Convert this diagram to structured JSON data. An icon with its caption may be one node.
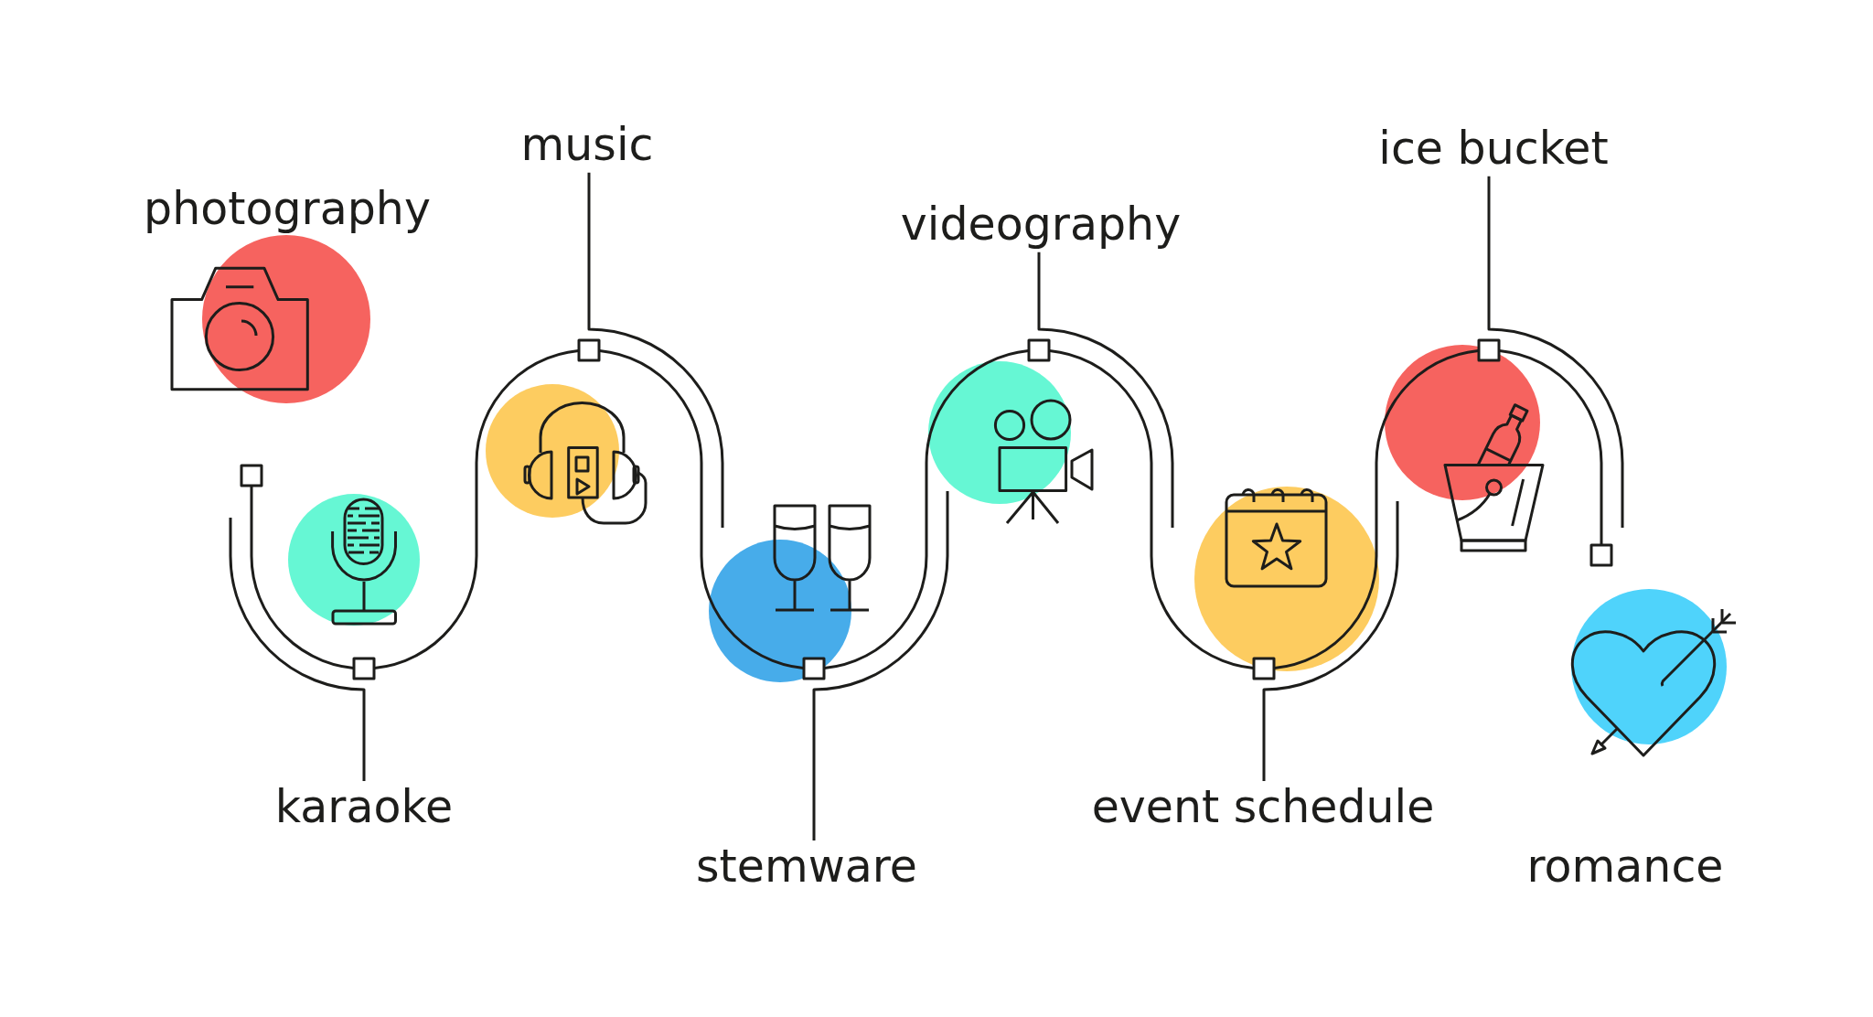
{
  "diagram": {
    "nodes": [
      {
        "text": [
          "karaoke"
        ]
      },
      {
        "text": [
          "music"
        ]
      },
      {
        "text": [
          "stemware"
        ]
      },
      {
        "text": [
          "videography"
        ]
      },
      {
        "text": [
          "event schedule"
        ]
      },
      {
        "text": [
          "ice bucket"
        ]
      }
    ],
    "edges": [
      {
        "from": 0,
        "to": null,
        "arrow": "none"
      },
      {
        "from": 1,
        "to": null,
        "arrow": "none"
      },
      {
        "from": 2,
        "to": null,
        "arrow": "none"
      },
      {
        "from": 3,
        "to": null,
        "arrow": "none"
      },
      {
        "from": 4,
        "to": null,
        "arrow": "none"
      },
      {
        "from": 5,
        "to": null,
        "arrow": "none"
      }
    ],
    "labels": [
      "photography",
      "romance"
    ]
  }
}
